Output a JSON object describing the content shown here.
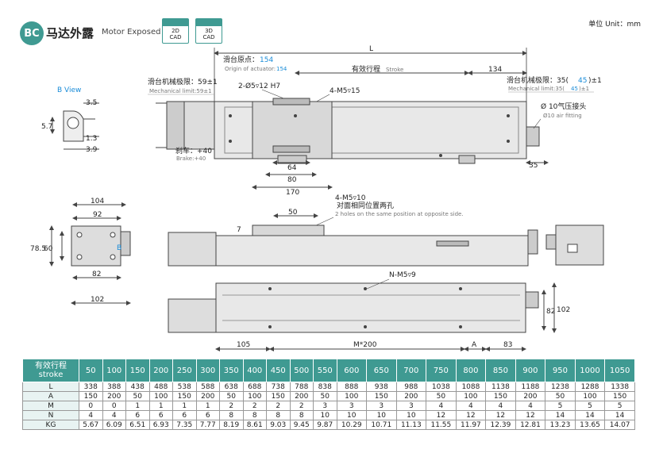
{
  "header": {
    "badge": "BC",
    "title_cn": "马达外露",
    "title_en": "Motor Exposed",
    "cad_2d_top": "2D",
    "cad_2d_bottom": "CAD",
    "cad_3d_top": "3D",
    "cad_3d_bottom": "CAD",
    "unit": "单位 Unit：mm"
  },
  "drawing": {
    "b_view": "B View",
    "B": "B",
    "L": "L",
    "origin_cn": "滑台原点：",
    "origin_val": "154",
    "origin_en": "Origin of actuator:",
    "origin_en_val": "154",
    "stroke_cn": "有效行程",
    "stroke_en": "Stroke",
    "dim_134": "134",
    "mech_left_cn": "滑台机械极限：59±1",
    "mech_left_en": "Mechanical limit:59±1",
    "mech_right_cn": "滑台机械极限：35(",
    "mech_right_val": "45",
    "mech_right_end": ")±1",
    "mech_right_en": "Mechanical limit:35(",
    "mech_right_en_end": ")±1",
    "hole_2": "2-Ø5▿12 H7",
    "hole_4a": "4-M5▿15",
    "air_cn": "Ø 10气压接头",
    "air_en": "Ø10 air fitting",
    "brake_cn": "刹车：+40",
    "brake_en": "Brake:+40",
    "d_64": "64",
    "d_80": "80",
    "d_170": "170",
    "d_35": "35",
    "hole_4b": "4-M5▿10",
    "opp_cn": "对面相同位置两孔",
    "opp_en": "2 holes on the same position at opposite side.",
    "d_50": "50",
    "d_7": "7",
    "d_3_5": "3.5",
    "d_5_7": "5.7",
    "d_1_3": "1.3",
    "d_3_9": "3.9",
    "d_104": "104",
    "d_92": "92",
    "d_78_5": "78.5",
    "d_60": "60",
    "d_82a": "82",
    "d_102a": "102",
    "nm5": "N-M5▿9",
    "d_82b": "82",
    "d_102b": "102",
    "d_105": "105",
    "m200": "M*200",
    "dim_A": "A",
    "d_83": "83"
  },
  "table": {
    "header_cn": "有效行程",
    "header_en": "stroke",
    "strokes": [
      "50",
      "100",
      "150",
      "200",
      "250",
      "300",
      "350",
      "400",
      "450",
      "500",
      "550",
      "600",
      "650",
      "700",
      "750",
      "800",
      "850",
      "900",
      "950",
      "1000",
      "1050"
    ],
    "rows": [
      {
        "label": "L",
        "values": [
          "338",
          "388",
          "438",
          "488",
          "538",
          "588",
          "638",
          "688",
          "738",
          "788",
          "838",
          "888",
          "938",
          "988",
          "1038",
          "1088",
          "1138",
          "1188",
          "1238",
          "1288",
          "1338"
        ]
      },
      {
        "label": "A",
        "values": [
          "150",
          "200",
          "50",
          "100",
          "150",
          "200",
          "50",
          "100",
          "150",
          "200",
          "50",
          "100",
          "150",
          "200",
          "50",
          "100",
          "150",
          "200",
          "50",
          "100",
          "150"
        ]
      },
      {
        "label": "M",
        "values": [
          "0",
          "0",
          "1",
          "1",
          "1",
          "1",
          "2",
          "2",
          "2",
          "2",
          "3",
          "3",
          "3",
          "3",
          "4",
          "4",
          "4",
          "4",
          "5",
          "5",
          "5"
        ]
      },
      {
        "label": "N",
        "values": [
          "4",
          "4",
          "6",
          "6",
          "6",
          "6",
          "8",
          "8",
          "8",
          "8",
          "10",
          "10",
          "10",
          "10",
          "12",
          "12",
          "12",
          "12",
          "14",
          "14",
          "14"
        ]
      },
      {
        "label": "KG",
        "values": [
          "5.67",
          "6.09",
          "6.51",
          "6.93",
          "7.35",
          "7.77",
          "8.19",
          "8.61",
          "9.03",
          "9.45",
          "9.87",
          "10.29",
          "10.71",
          "11.13",
          "11.55",
          "11.97",
          "12.39",
          "12.81",
          "13.23",
          "13.65",
          "14.07"
        ]
      }
    ]
  },
  "colors": {
    "accent": "#3f9a92",
    "highlight": "#1a8cd8"
  }
}
